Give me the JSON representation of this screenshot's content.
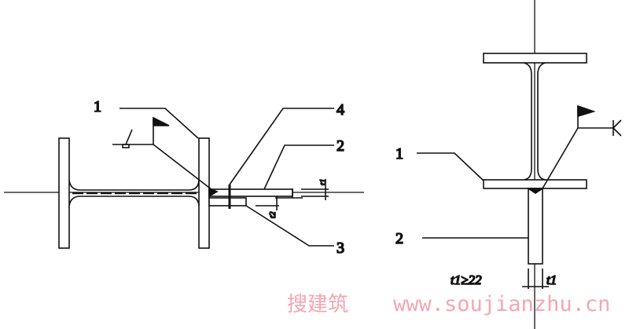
{
  "left_view": {
    "labels": [
      "1",
      "4",
      "2",
      "3"
    ],
    "dim_t1": "t1",
    "dim_t2": "t2"
  },
  "right_view": {
    "labels": [
      "1",
      "2"
    ],
    "dim_condition": "t1≥22",
    "dim_t1": "t1"
  },
  "watermark": {
    "chinese": "搜建筑",
    "url": "www.soujianzhu.cn",
    "color": "#f4a7b0"
  }
}
